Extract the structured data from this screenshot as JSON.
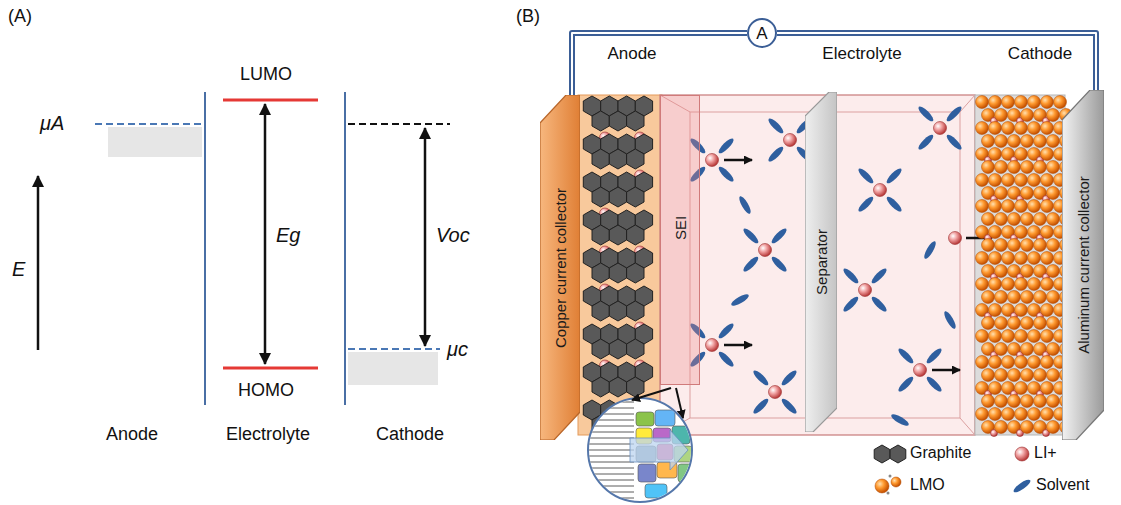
{
  "diagram": {
    "nodes": [
      {
        "text": [
          "A"
        ]
      },
      {
        "text": [
          "Copper current collector"
        ]
      },
      {
        "text": [
          "SEI"
        ]
      },
      {
        "text": [
          "Separator"
        ]
      },
      {
        "text": [
          "Aluminum current collector"
        ]
      }
    ],
    "edges": [
      {
        "from": 1,
        "to": 0,
        "arrow": "none"
      },
      {
        "from": 0,
        "to": 4,
        "arrow": "none"
      }
    ],
    "labels": [
      "(A)",
      "μA",
      "E",
      "LUMO",
      "HOMO",
      "Eg",
      "Voc",
      "μc",
      "Anode",
      "Electrolyte",
      "Cathode",
      "(B)",
      "Anode",
      "Electrolyte",
      "Cathode"
    ],
    "legend": [
      {
        "text": "Graphite"
      },
      {
        "text": "LI+"
      },
      {
        "text": "LMO"
      },
      {
        "text": "Solvent"
      }
    ]
  }
}
